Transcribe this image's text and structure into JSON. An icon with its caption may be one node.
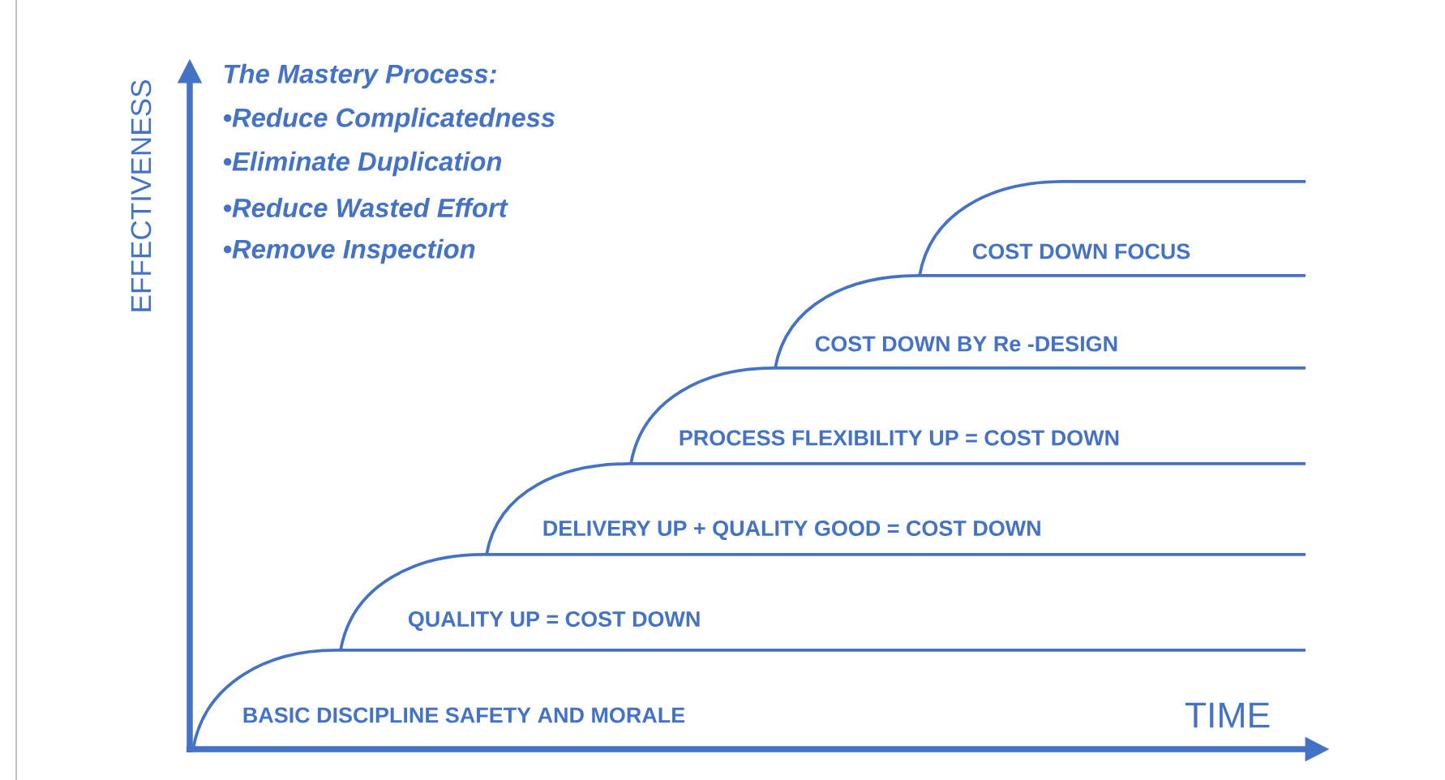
{
  "diagram": {
    "nodes": [
      {
        "text": [
          "BASIC DISCIPLINE SAFETY AND MORALE"
        ]
      },
      {
        "text": [
          "QUALITY UP = COST DOWN"
        ]
      },
      {
        "text": [
          "DELIVERY UP + QUALITY GOOD = COST DOWN"
        ]
      },
      {
        "text": [
          "PROCESS FLEXIBILITY UP = COST DOWN"
        ]
      },
      {
        "text": [
          "COST DOWN BY Re -DESIGN"
        ]
      },
      {
        "text": [
          "COST DOWN FOCUS"
        ]
      }
    ],
    "labels": [
      "EFFECTIVENESS",
      "The Mastery Process:",
      "•Reduce Complicatedness",
      "•Eliminate Duplication",
      "•Reduce Wasted Effort",
      "•Remove Inspection",
      "TIME"
    ]
  }
}
